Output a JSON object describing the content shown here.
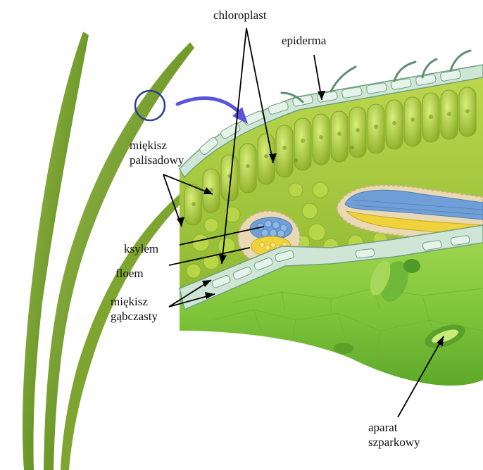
{
  "labels": {
    "chloroplast": "chloroplast",
    "epiderma": "epiderma",
    "miekisz_palisadowy": [
      "miękisz",
      "palisadowy"
    ],
    "ksylem": "ksylem",
    "floem": "floem",
    "miekisz_gabczasty": [
      "miękisz",
      "gąbczasty"
    ],
    "aparat_szparkowy": [
      "aparat",
      "szparkowy"
    ]
  },
  "colors": {
    "grass": "#6f9a2a",
    "leaf_top": "#b5d64a",
    "epidermis": "#cfe6d6",
    "palisade": "#a6c93a",
    "mesophyll": "#8fb832",
    "bottom_surface": "#7ec43a",
    "xylem": "#6f9fd6",
    "phloem": "#f0d23c",
    "arrow_blue": "#5a55d8",
    "circle_marker": "#2b3f8c"
  }
}
